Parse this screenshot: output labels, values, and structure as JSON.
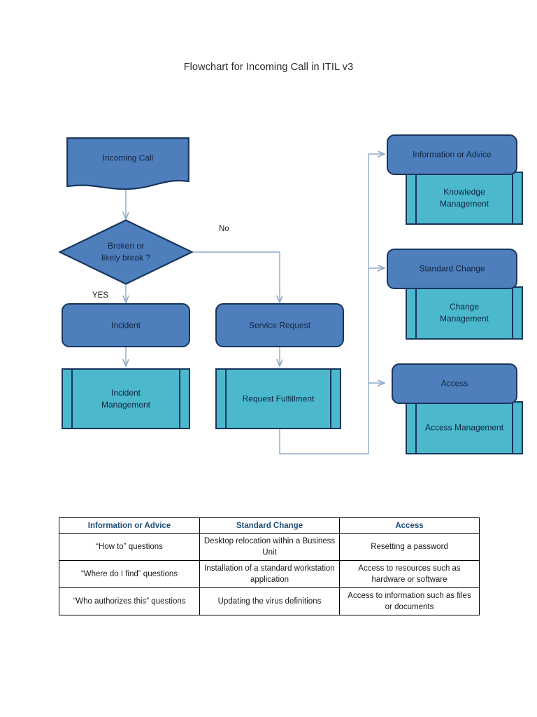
{
  "title": "Flowchart for Incoming Call in ITIL v3",
  "colors": {
    "process_blue": "#4E7FBC",
    "process_teal": "#4BB8CC",
    "shape_border": "#17365D",
    "connector": "#8EA9C8",
    "table_header_text": "#1F4E79",
    "table_border": "#000000",
    "label_text": "#11243F"
  },
  "flow": {
    "start": {
      "label": "Incoming Call",
      "shape": "document"
    },
    "decision": {
      "label": "Broken or\nlikely break ?",
      "shape": "diamond"
    },
    "edge_labels": {
      "yes": "YES",
      "no": "No"
    },
    "left_branch": {
      "node": {
        "label": "Incident",
        "shape": "rounded-rect"
      },
      "process": {
        "label": "Incident\nManagement",
        "shape": "predefined-process"
      }
    },
    "right_branch": {
      "node": {
        "label": "Service Request",
        "shape": "rounded-rect"
      },
      "process": {
        "label": "Request Fulfillment",
        "shape": "predefined-process"
      }
    },
    "outcomes": [
      {
        "node": {
          "label": "Information or Advice",
          "shape": "rounded-rect"
        },
        "process": {
          "label": "Knowledge\nManagement",
          "shape": "predefined-process"
        }
      },
      {
        "node": {
          "label": "Standard Change",
          "shape": "rounded-rect"
        },
        "process": {
          "label": "Change\nManagement",
          "shape": "predefined-process"
        }
      },
      {
        "node": {
          "label": "Access",
          "shape": "rounded-rect"
        },
        "process": {
          "label": "Access Management",
          "shape": "predefined-process"
        }
      }
    ]
  },
  "table": {
    "headers": [
      "Information or Advice",
      "Standard Change",
      "Access"
    ],
    "rows": [
      [
        "“How to” questions",
        "Desktop relocation within a Business Unit",
        "Resetting a password"
      ],
      [
        "“Where do I find” questions",
        "Installation of a standard workstation application",
        "Access to resources such as hardware or software"
      ],
      [
        "“Who authorizes this” questions",
        "Updating the virus definitions",
        "Access to information such as files or documents"
      ]
    ]
  }
}
